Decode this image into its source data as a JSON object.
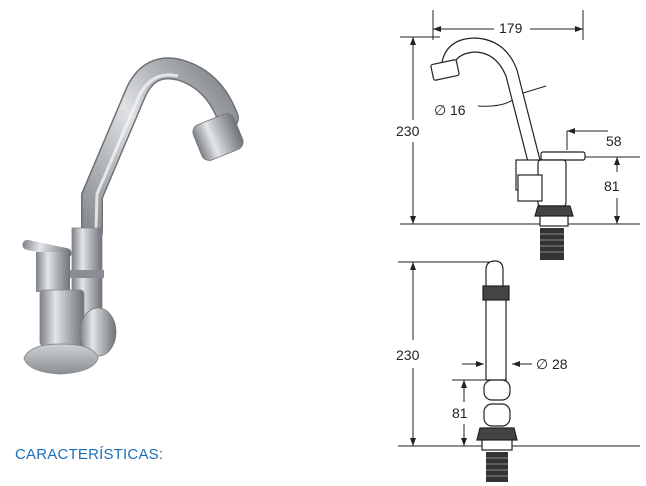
{
  "product": {
    "heading": "CARACTERÍSTICAS:"
  },
  "side_view": {
    "width_dim": "179",
    "height_dim": "230",
    "spout_diameter": "16",
    "handle_offset": "58",
    "base_height": "81"
  },
  "front_view": {
    "height_dim": "230",
    "body_diameter": "28",
    "base_height": "81"
  },
  "colors": {
    "accent": "#1b6fb8",
    "steel": "#a9adb1",
    "line": "#222222"
  }
}
